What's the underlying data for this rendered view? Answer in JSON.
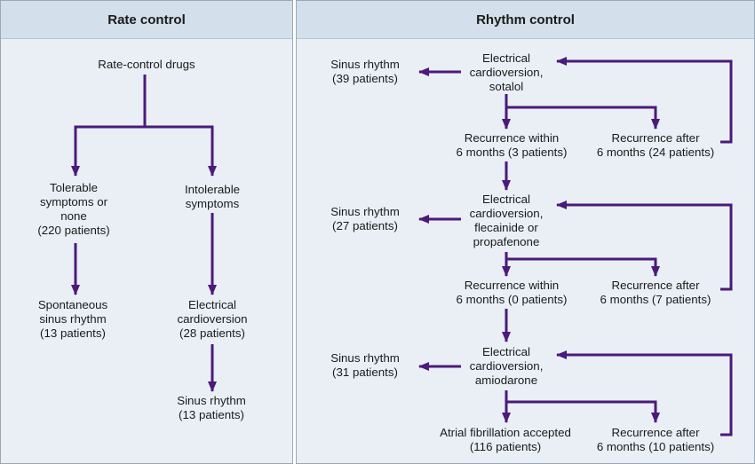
{
  "panels": {
    "rate": {
      "title": "Rate control"
    },
    "rhythm": {
      "title": "Rhythm control"
    }
  },
  "colors": {
    "arrow": "#4b1a7a",
    "panel_bg": "#e9eff5",
    "header_bg": "#d3dfeb"
  },
  "rate": {
    "drugs": [
      "Rate-control drugs"
    ],
    "tolerable": [
      "Tolerable",
      "symptoms or",
      "none",
      "(220 patients)"
    ],
    "intolerable": [
      "Intolerable",
      "symptoms"
    ],
    "spontaneous": [
      "Spontaneous",
      "sinus rhythm",
      "(13 patients)"
    ],
    "cardioversion": [
      "Electrical",
      "cardioversion",
      "(28 patients)"
    ],
    "sinus": [
      "Sinus rhythm",
      "(13 patients)"
    ]
  },
  "rhythm": {
    "stage1": {
      "cardioversion": [
        "Electrical",
        "cardioversion,",
        "sotalol"
      ],
      "sinus": [
        "Sinus rhythm",
        "(39 patients)"
      ],
      "within": [
        "Recurrence within",
        "6 months (3 patients)"
      ],
      "after": [
        "Recurrence after",
        "6 months (24 patients)"
      ]
    },
    "stage2": {
      "cardioversion": [
        "Electrical",
        "cardioversion,",
        "flecainide or",
        "propafenone"
      ],
      "sinus": [
        "Sinus rhythm",
        "(27 patients)"
      ],
      "within": [
        "Recurrence within",
        "6 months (0 patients)"
      ],
      "after": [
        "Recurrence after",
        "6 months (7 patients)"
      ]
    },
    "stage3": {
      "cardioversion": [
        "Electrical",
        "cardioversion,",
        "amiodarone"
      ],
      "sinus": [
        "Sinus rhythm",
        "(31 patients)"
      ],
      "accepted": [
        "Atrial fibrillation accepted",
        "(116 patients)"
      ],
      "after": [
        "Recurrence after",
        "6 months (10 patients)"
      ]
    }
  }
}
